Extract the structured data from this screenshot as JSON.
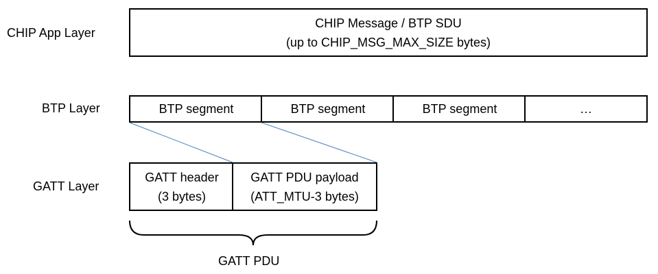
{
  "layers": {
    "app": "CHIP App Layer",
    "btp": "BTP Layer",
    "gatt": "GATT Layer"
  },
  "app_box": {
    "line1": "CHIP Message / BTP SDU",
    "line2": "(up to CHIP_MSG_MAX_SIZE  bytes)"
  },
  "btp_segments": [
    "BTP segment",
    "BTP segment",
    "BTP segment",
    "…"
  ],
  "gatt_pdu": {
    "header_line1": "GATT  header",
    "header_line2": "(3 bytes)",
    "payload_line1": "GATT  PDU payload",
    "payload_line2": "(ATT_MTU-3  bytes)",
    "brace_label": "GATT  PDU"
  },
  "colors": {
    "connector": "#4a7ebb",
    "stroke": "#000000"
  }
}
